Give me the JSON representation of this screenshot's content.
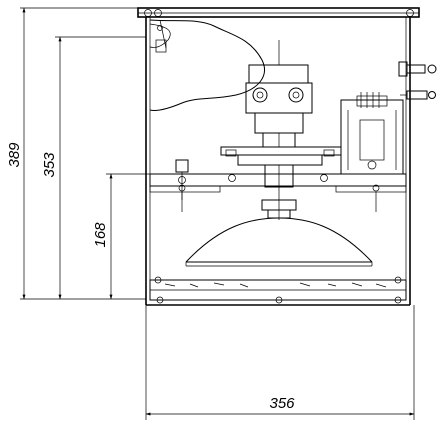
{
  "drawing": {
    "dimensions": {
      "overall_height": "389",
      "inner_height": "353",
      "mid_height": "168",
      "width": "356"
    }
  }
}
